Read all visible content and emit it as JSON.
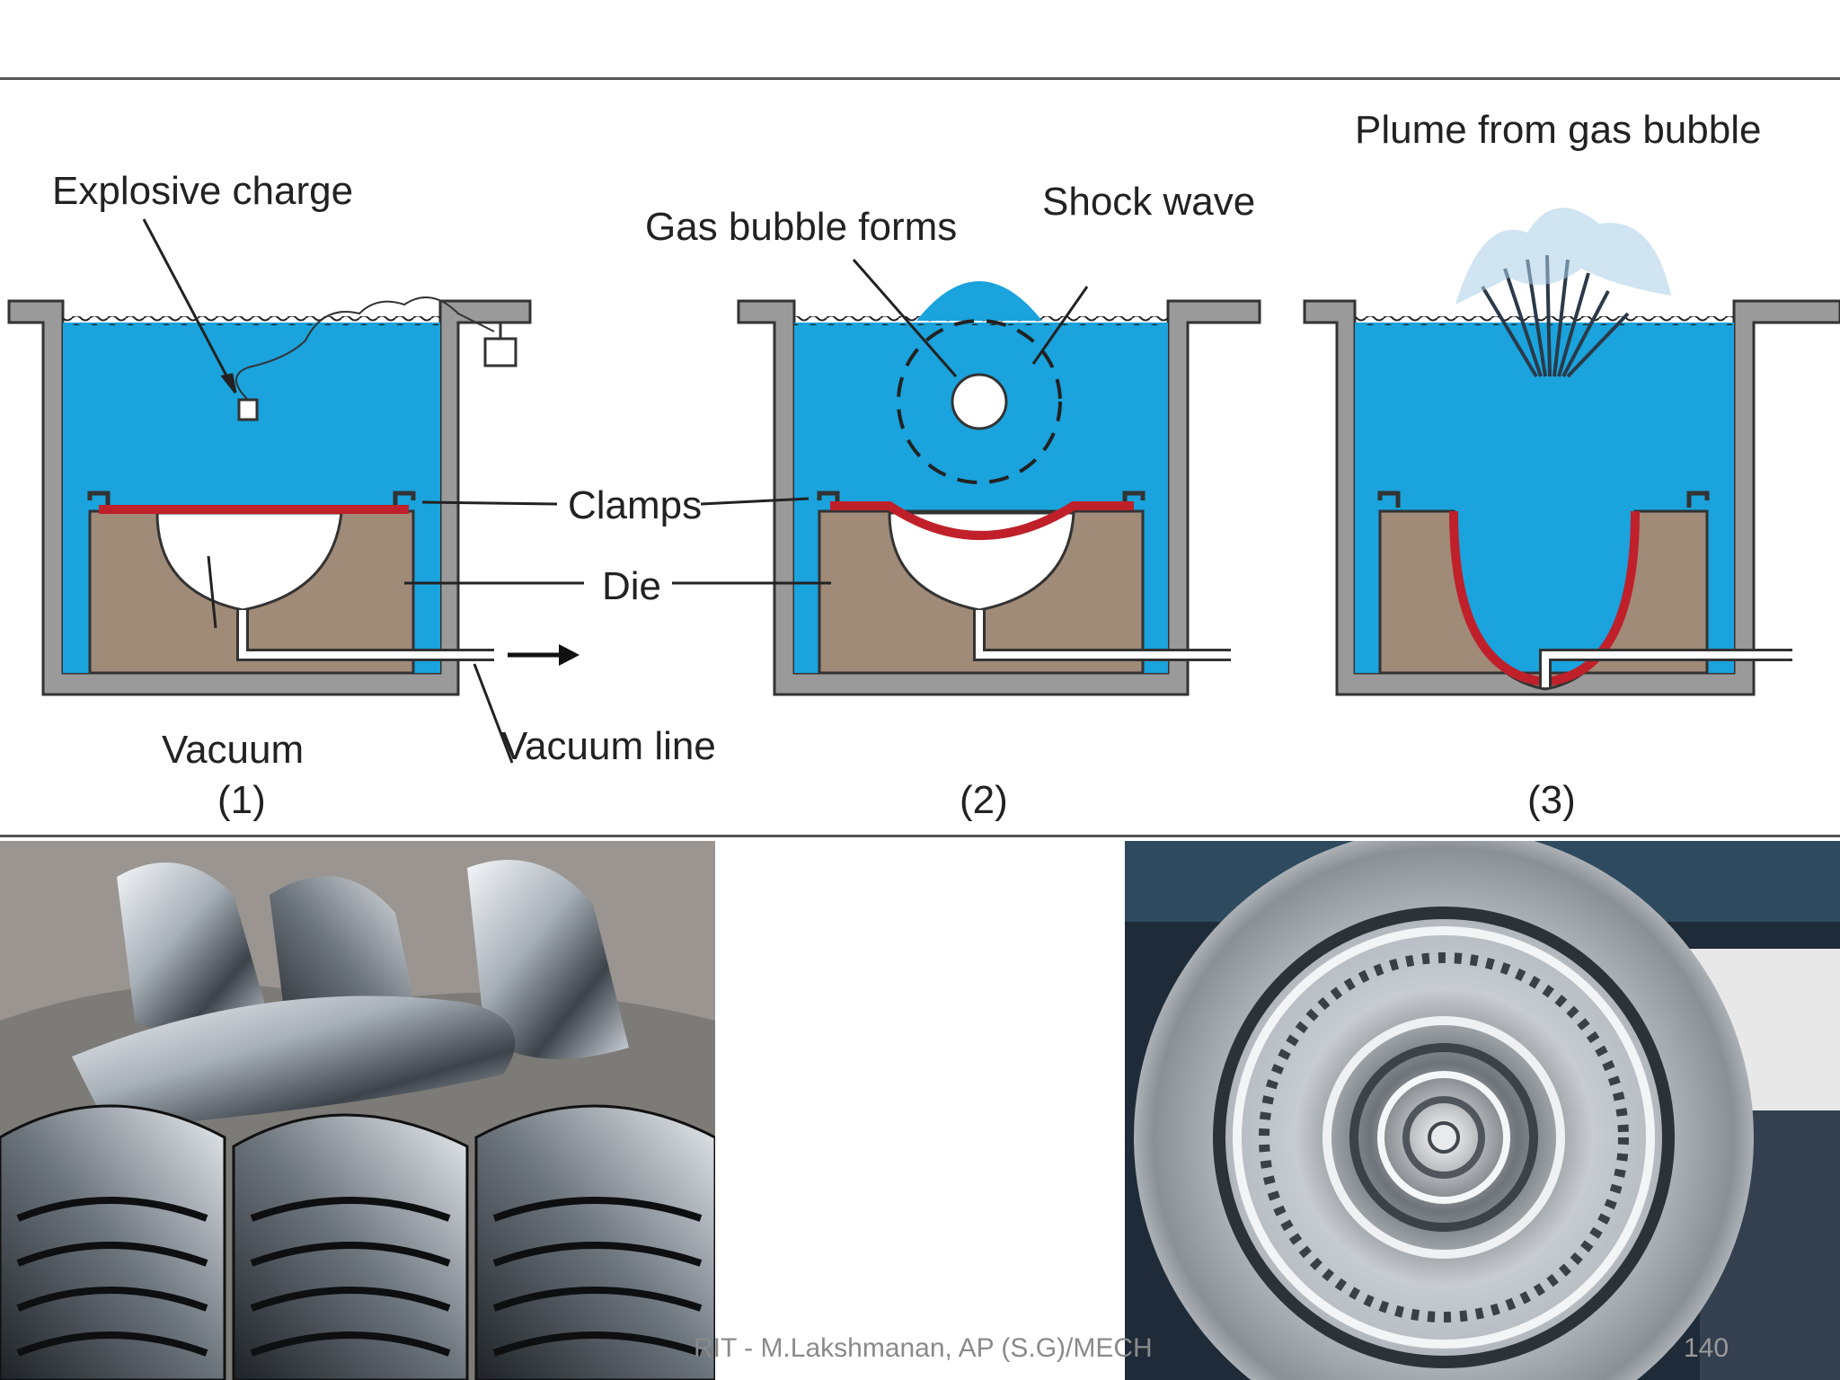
{
  "diagram": {
    "labels": {
      "explosive_charge": "Explosive charge",
      "gas_bubble_forms": "Gas bubble forms",
      "shock_wave": "Shock wave",
      "plume": "Plume from gas bubble",
      "clamps": "Clamps",
      "die": "Die",
      "vacuum": "Vacuum",
      "vacuum_line": "Vacuum line",
      "step1": "(1)",
      "step2": "(2)",
      "step3": "(3)"
    },
    "colors": {
      "water": "#1aa3dc",
      "die": "#a08a78",
      "wall": "#9a9a9a",
      "sheet": "#c0202a"
    }
  },
  "footer": {
    "author": "RIT - M.Lakshmanan, AP (S.G)/MECH",
    "slide_number": "140"
  }
}
